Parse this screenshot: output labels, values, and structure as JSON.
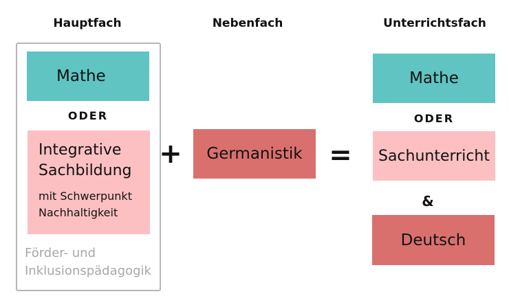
{
  "headers": {
    "major": "Hauptfach",
    "minor": "Nebenfach",
    "teaching": "Unterrichtsfach"
  },
  "hauptfach": {
    "option1": "Mathe",
    "or_label": "ODER",
    "option2_title_line1": "Integrative",
    "option2_title_line2": "Sachbildung",
    "option2_sub_line1": "mit Schwerpunkt",
    "option2_sub_line2": "Nachhaltigkeit",
    "note_line1": "Förder- und",
    "note_line2": "Inklusionspädagogik"
  },
  "operators": {
    "plus": "+",
    "equals": "="
  },
  "nebenfach": {
    "subject": "Germanistik"
  },
  "unterrichtsfach": {
    "option1": "Mathe",
    "or_label": "ODER",
    "option2": "Sachunterricht",
    "and_label": "&",
    "option3": "Deutsch"
  },
  "colors": {
    "teal": "#5fc4c2",
    "light_pink": "#fcc0c2",
    "red": "#d9706e",
    "outline_grey": "#b5b5b5"
  }
}
